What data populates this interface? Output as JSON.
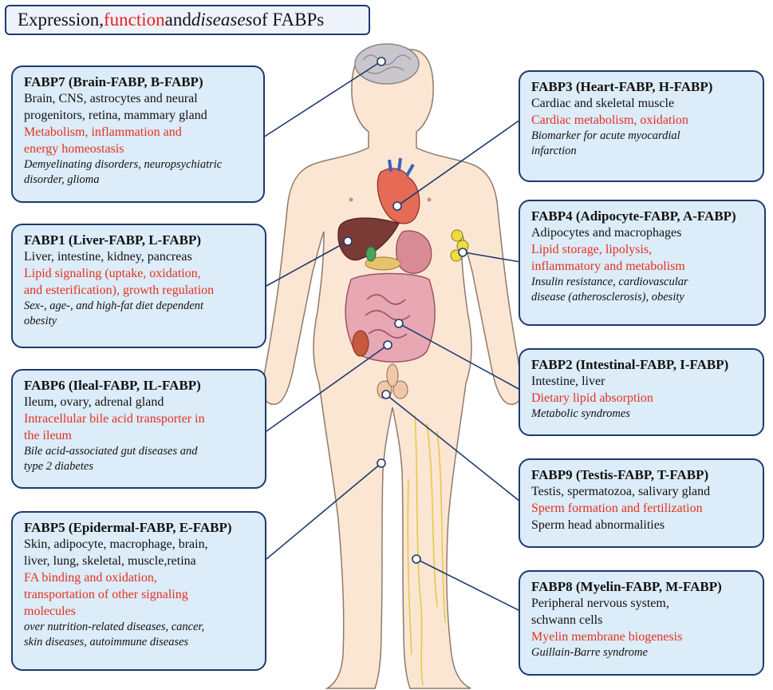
{
  "title": {
    "part1": "Expression, ",
    "part2": "function",
    "part3": " and ",
    "part4": "diseases",
    "part5": " of FABPs"
  },
  "colors": {
    "border": "#1f3a6e",
    "card_fill": "#dcecf8",
    "function_text": "#e53020",
    "skin": "#fbe6d4",
    "skin_outline": "#8f7a6a",
    "connector": "#1f3a6e"
  },
  "cards": {
    "fabp7": {
      "header": "FABP7 (Brain-FABP, B-FABP)",
      "expression": [
        "Brain,  CNS, astrocytes and neural",
        "progenitors, retina, mammary gland"
      ],
      "function": [
        "Metabolism, inflammation and",
        "energy homeostasis"
      ],
      "disease": [
        "Demyelinating disorders, neuropsychiatric",
        "disorder,  glioma"
      ]
    },
    "fabp1": {
      "header": "FABP1 (Liver-FABP, L-FABP)",
      "expression": [
        "Liver, intestine, kidney, pancreas"
      ],
      "function": [
        "Lipid signaling (uptake, oxidation,",
        "and esterification), growth regulation"
      ],
      "disease": [
        "Sex-, age-, and high-fat diet dependent",
        "obesity"
      ]
    },
    "fabp6": {
      "header": "FABP6 (Ileal-FABP, IL-FABP)",
      "expression": [
        "Ileum, ovary, adrenal gland"
      ],
      "function": [
        "Intracellular bile acid transporter in",
        "the ileum"
      ],
      "disease": [
        "Bile acid-associated gut diseases and",
        "type 2 diabetes"
      ]
    },
    "fabp5": {
      "header": "FABP5 (Epidermal-FABP, E-FABP)",
      "expression": [
        "Skin, adipocyte, macrophage, brain,",
        "liver, lung, skeletal, muscle,retina"
      ],
      "function": [
        "FA binding and oxidation,",
        "transportation of other signaling",
        "molecules"
      ],
      "disease": [
        "over nutrition-related diseases, cancer,",
        "skin diseases, autoimmune diseases"
      ]
    },
    "fabp3": {
      "header": "FABP3 (Heart-FABP, H-FABP)",
      "expression": [
        "Cardiac and skeletal muscle"
      ],
      "function": [
        "Cardiac metabolism, oxidation"
      ],
      "disease": [
        "Biomarker for acute myocardial",
        "infarction"
      ]
    },
    "fabp4": {
      "header": "FABP4 (Adipocyte-FABP, A-FABP)",
      "expression": [
        "Adipocytes and macrophages"
      ],
      "function": [
        "Lipid storage, lipolysis,",
        "inflammatory and metabolism"
      ],
      "disease": [
        "Insulin resistance, cardiovascular",
        "disease (atherosclerosis), obesity"
      ]
    },
    "fabp2": {
      "header": "FABP2 (Intestinal-FABP, I-FABP)",
      "expression": [
        "Intestine, liver"
      ],
      "function": [
        "Dietary lipid absorption"
      ],
      "disease": [
        "Metabolic syndromes"
      ]
    },
    "fabp9": {
      "header": "FABP9 (Testis-FABP, T-FABP)",
      "expression": [
        "Testis, spermatozoa, salivary gland"
      ],
      "function": [
        "Sperm formation and fertilization"
      ],
      "disease": [
        "Sperm head abnormalities"
      ]
    },
    "fabp8": {
      "header": "FABP8 (Myelin-FABP, M-FABP)",
      "expression": [
        "Peripheral nervous system,",
        "schwann cells"
      ],
      "function": [
        "Myelin membrane biogenesis"
      ],
      "disease": [
        "Guillain-Barre syndrome"
      ]
    }
  }
}
